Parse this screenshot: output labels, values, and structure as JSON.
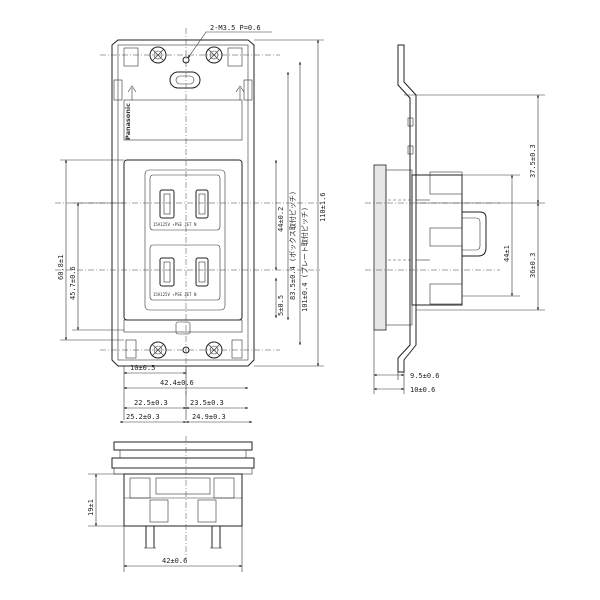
{
  "front": {
    "brand": "Panasonic",
    "outlet_rating": "15A125V  ↑PSE  JET  N",
    "screw_callout": "2-M3.5  P=0.6"
  },
  "dims": {
    "width_10": "10±0.5",
    "width_42_4": "42.4±0.6",
    "width_22_5": "22.5±0.3",
    "width_23_5": "23.5±0.3",
    "width_25_2": "25.2±0.3",
    "width_24_9": "24.9±0.3",
    "height_60_8": "60.8±1",
    "height_45_7": "45.7±0.6",
    "pitch_44": "44±0.2",
    "pitch_box": "83.5±0.4 (ボックス取付ピッチ)",
    "pitch_plate": "101±0.4 (プレート取付ピッチ)",
    "height_110": "110±1.6",
    "small_5": "5±0.5",
    "side_37_5": "37.5±0.3",
    "side_44": "44±1",
    "side_36": "36±0.3",
    "side_9_5": "9.5±0.6",
    "side_10": "10±0.6",
    "bottom_19": "19±1",
    "bottom_42": "42±0.6"
  }
}
